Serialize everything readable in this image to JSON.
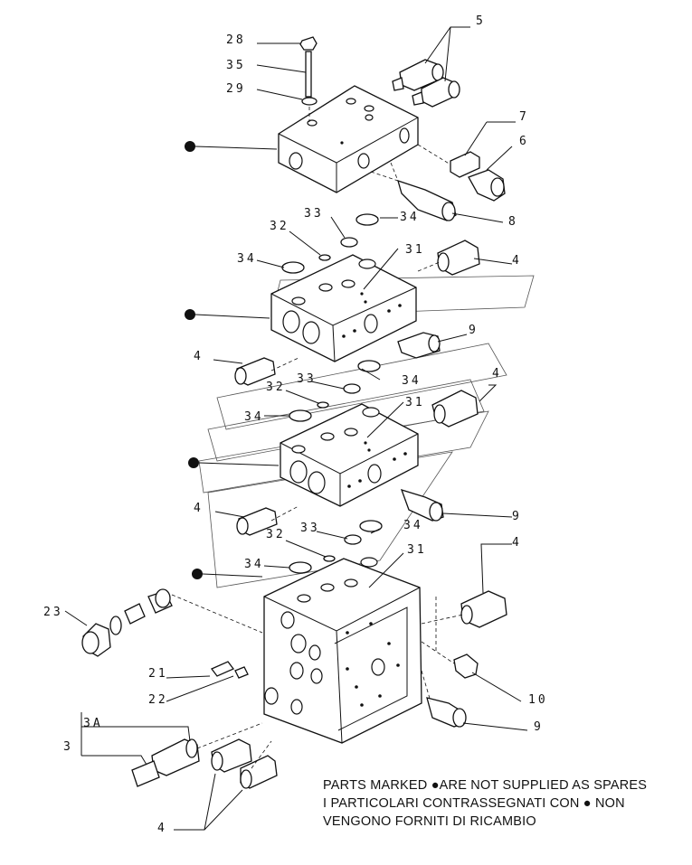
{
  "callouts": [
    {
      "id": "c28",
      "text": "28"
    },
    {
      "id": "c35",
      "text": "35"
    },
    {
      "id": "c29",
      "text": "29"
    },
    {
      "id": "c5",
      "text": "5"
    },
    {
      "id": "c7",
      "text": "7"
    },
    {
      "id": "c6",
      "text": "6"
    },
    {
      "id": "c8",
      "text": "8"
    },
    {
      "id": "c33a",
      "text": "33"
    },
    {
      "id": "c32a",
      "text": "32"
    },
    {
      "id": "c34a",
      "text": "34"
    },
    {
      "id": "c34b",
      "text": "34"
    },
    {
      "id": "c31a",
      "text": "31"
    },
    {
      "id": "c4a",
      "text": "4"
    },
    {
      "id": "c9a",
      "text": "9"
    },
    {
      "id": "c4b",
      "text": "4"
    },
    {
      "id": "c33b",
      "text": "33"
    },
    {
      "id": "c34c",
      "text": "34"
    },
    {
      "id": "c32b",
      "text": "32"
    },
    {
      "id": "c4c",
      "text": "4"
    },
    {
      "id": "c34d",
      "text": "34"
    },
    {
      "id": "c31b",
      "text": "31"
    },
    {
      "id": "c4d",
      "text": "4"
    },
    {
      "id": "c9b",
      "text": "9"
    },
    {
      "id": "c33c",
      "text": "33"
    },
    {
      "id": "c34e",
      "text": "34"
    },
    {
      "id": "c32c",
      "text": "32"
    },
    {
      "id": "c34f",
      "text": "34"
    },
    {
      "id": "c31c",
      "text": "31"
    },
    {
      "id": "c4e",
      "text": "4"
    },
    {
      "id": "c23",
      "text": "23"
    },
    {
      "id": "c21",
      "text": "21"
    },
    {
      "id": "c22",
      "text": "22"
    },
    {
      "id": "c10",
      "text": "10"
    },
    {
      "id": "c3a",
      "text": "3A"
    },
    {
      "id": "c3",
      "text": "3"
    },
    {
      "id": "c9c",
      "text": "9"
    },
    {
      "id": "c4f",
      "text": "4"
    }
  ],
  "note": {
    "line1": "PARTS MARKED ●ARE NOT SUPPLIED AS SPARES",
    "line2": "I PARTICOLARI  CONTRASSEGNATI  CON  ●  NON",
    "line3": "VENGONO FORNITI DI RICAMBIO"
  }
}
